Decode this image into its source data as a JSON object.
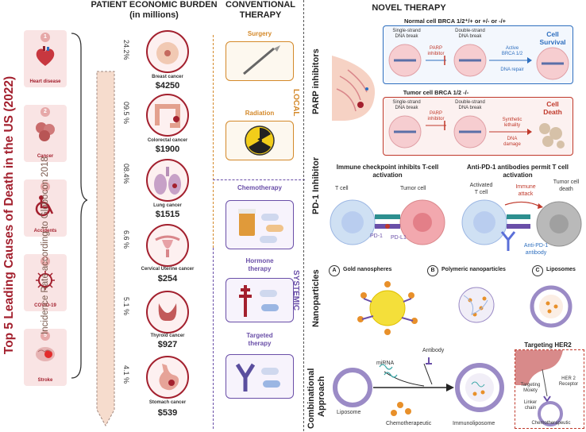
{
  "left_title": "Top 5 Leading Causes of Death in the US (2022)",
  "causes": [
    {
      "num": "1",
      "label": "Heart disease"
    },
    {
      "num": "2",
      "label": "Cancer"
    },
    {
      "num": "3",
      "label": "Accidents"
    },
    {
      "num": "4",
      "label": "COVID-19"
    },
    {
      "num": "5",
      "label": "Stroke"
    }
  ],
  "incidence_label": "Incidence Rate according to Globocon 2018",
  "burden": {
    "title_line1": "PATIENT ECONOMIC BURDEN",
    "title_line2": "(in millions)",
    "cancers": [
      {
        "pct": "24.2%",
        "name": "Breast cancer",
        "cost": "$4250"
      },
      {
        "pct": "09.5 %",
        "name": "Colorectal cancer",
        "cost": "$1900"
      },
      {
        "pct": "08.4%",
        "name": "Lung cancer",
        "cost": "$1515"
      },
      {
        "pct": "6.6 %",
        "name": "Cervical Uterine cancer",
        "cost": "$254"
      },
      {
        "pct": "5.1 %",
        "name": "Thyroid cancer",
        "cost": "$927"
      },
      {
        "pct": "4.1 %",
        "name": "Stomach cancer",
        "cost": "$539"
      }
    ]
  },
  "conventional": {
    "title_line1": "CONVENTIONAL",
    "title_line2": "THERAPY",
    "local_label": "LOCAL",
    "systemic_label": "SYSTEMIC",
    "surgery": "Surgery",
    "radiation": "Radiation",
    "chemotherapy": "Chemotherapy",
    "hormone_line1": "Hormone",
    "hormone_line2": "therapy",
    "targeted_line1": "Targeted",
    "targeted_line2": "therapy"
  },
  "novel": {
    "title": "NOVEL THERAPY",
    "parp": {
      "section": "PARP inhibitors",
      "normal_title": "Normal cell BRCA 1/2⁺/+ or +/- or -/+",
      "tumor_title": "Tumor cell BRCA 1/2 -/-",
      "ssb_line1": "Single-strand",
      "ssb_line2": "DNA break",
      "dsb_line1": "Double-strand",
      "dsb_line2": "DNA break",
      "inhibitor_line1": "PARP",
      "inhibitor_line2": "inhibitor",
      "active_line1": "Active",
      "active_line2": "BRCA 1/2",
      "dna_repair": "DNA repair",
      "survival_line1": "Cell",
      "survival_line2": "Survival",
      "synthetic_line1": "Synthetic",
      "synthetic_line2": "lethality",
      "damage_line1": "DNA",
      "damage_line2": "damage",
      "death_line1": "Cell",
      "death_line2": "Death"
    },
    "pd1": {
      "section": "PD-1 Inhibitor",
      "left_title_line1": "Immune checkpoint inhibits T-cell",
      "left_title_line2": "activation",
      "right_title_line1": "Anti-PD-1 antibodies permit T cell",
      "right_title_line2": "activation",
      "t_cell": "T cell",
      "tumor_cell": "Tumor cell",
      "pd1": "PD-1",
      "pdl1": "PD-L1",
      "activated_line1": "Activated",
      "activated_line2": "T cell",
      "immune_line1": "Immune",
      "immune_line2": "attack",
      "death_line1": "Tumor cell",
      "death_line2": "death",
      "anti_line1": "Anti-PD-1",
      "anti_line2": "antibody"
    },
    "nano": {
      "section": "Nanoparticles",
      "items": [
        {
          "letter": "A",
          "label": "Gold nanospheres"
        },
        {
          "letter": "B",
          "label": "Polymeric nanoparticles"
        },
        {
          "letter": "C",
          "label": "Liposomes"
        }
      ]
    },
    "combo": {
      "section_line1": "Combinational",
      "section_line2": "Approach",
      "mirna": "miRNA",
      "antibody": "Antibody",
      "liposome": "Liposome",
      "chemo": "Chemotherapeutic",
      "immunoliposome": "Immunoliposome",
      "her2_title": "Targeting HER2",
      "her2_receptor_line1": "HER 2",
      "her2_receptor_line2": "Receptor",
      "targeting_line1": "Targeting",
      "targeting_line2": "Moiety",
      "linker_line1": "Linker",
      "linker_line2": "chain",
      "chemo2": "Chemotherapeutic"
    }
  },
  "colors": {
    "crimson": "#a3202e",
    "orange_local": "#d4892a",
    "purple_systemic": "#6a4fa8",
    "blue": "#2e6fbf",
    "red": "#c0392b"
  }
}
